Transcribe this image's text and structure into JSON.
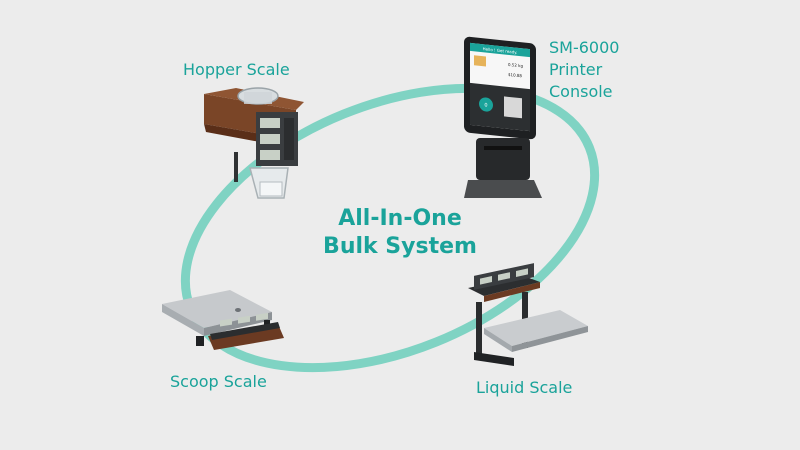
{
  "diagram": {
    "title_line1": "All-In-One",
    "title_line2": "Bulk System",
    "nodes": {
      "hopper": {
        "label": "Hopper Scale",
        "icon": "hopper-scale-icon"
      },
      "console": {
        "label_line1": "SM-6000",
        "label_line2": "Printer",
        "label_line3": "Console",
        "icon": "printer-console-icon"
      },
      "liquid": {
        "label": "Liquid Scale",
        "icon": "liquid-scale-icon"
      },
      "scoop": {
        "label": "Scoop Scale",
        "icon": "scoop-scale-icon"
      }
    },
    "console_screen": {
      "header": "Hello ! Get ready.",
      "weight": "0.52 kg",
      "price": "$10.88",
      "button": "0"
    },
    "colors": {
      "accent": "#1aa39a",
      "ring": "#7fd3c3",
      "background": "#ececec",
      "wood": "#6b3a22"
    }
  }
}
